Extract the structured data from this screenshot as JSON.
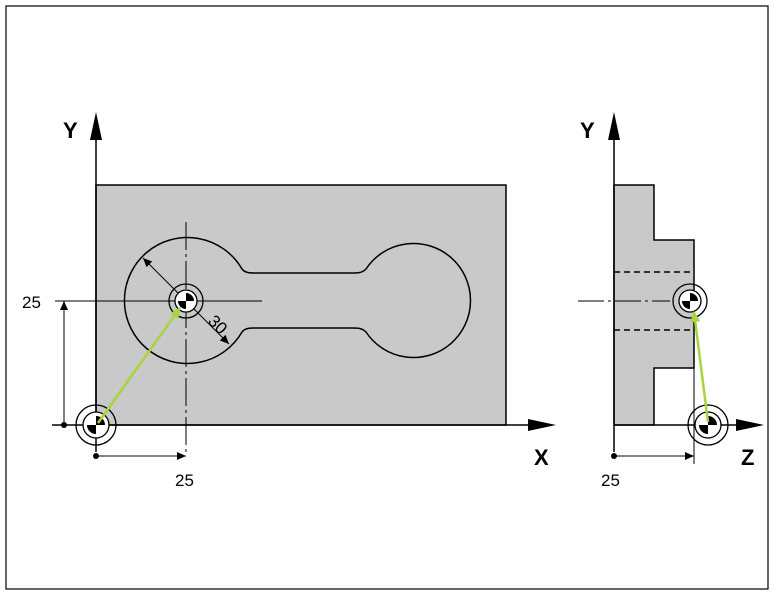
{
  "front_view": {
    "axis_x_label": "X",
    "axis_y_label": "Y",
    "dim_y_value": "25",
    "dim_x_value": "25",
    "dim_diameter_value": "30"
  },
  "side_view": {
    "axis_y_label": "Y",
    "axis_z_label": "Z",
    "dim_z_value": "25"
  },
  "colors": {
    "part_fill": "#c9c9c9",
    "vector_arrow": "#a8d43c",
    "lines": "#000000"
  },
  "icons": {
    "datum": "datum-symbol-icon"
  }
}
